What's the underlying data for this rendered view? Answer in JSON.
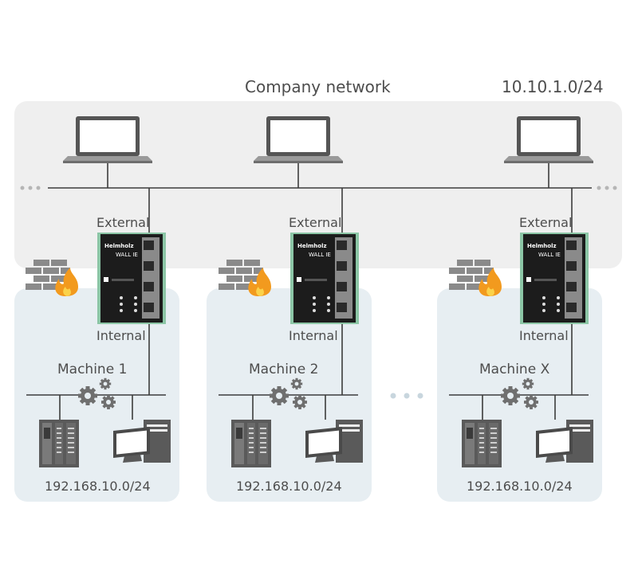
{
  "company_network": {
    "title": "Company network",
    "subnet": "10.10.1.0/24",
    "laptop_count": 3
  },
  "firewalls": [
    {
      "brand": "Helmholz",
      "model": "WALL IE",
      "external_label": "External",
      "internal_label": "Internal"
    },
    {
      "brand": "Helmholz",
      "model": "WALL IE",
      "external_label": "External",
      "internal_label": "Internal"
    },
    {
      "brand": "Helmholz",
      "model": "WALL IE",
      "external_label": "External",
      "internal_label": "Internal"
    }
  ],
  "machines": [
    {
      "name": "Machine 1",
      "subnet": "192.168.10.0/24"
    },
    {
      "name": "Machine 2",
      "subnet": "192.168.10.0/24"
    },
    {
      "name": "Machine X",
      "subnet": "192.168.10.0/24"
    }
  ],
  "colors": {
    "company_bg": "#efefef",
    "machine_bg": "#e6eef2",
    "device_green": "#8cc6a6",
    "line": "#3c3c3c",
    "flame": "#f29a1e"
  }
}
